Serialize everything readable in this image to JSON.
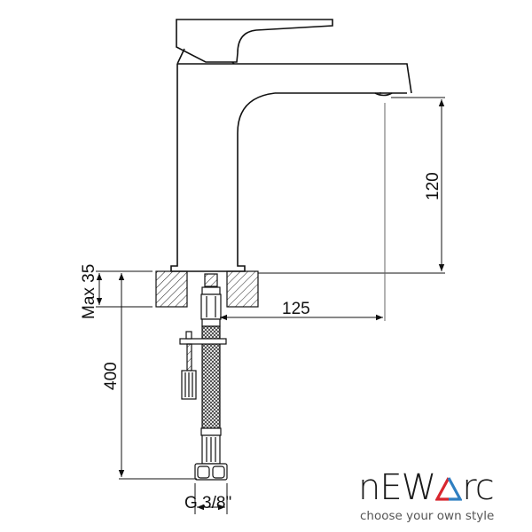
{
  "drawing": {
    "title": "Basin mixer tap technical drawing",
    "dimensions": {
      "spout_height": "120",
      "spout_reach": "125",
      "max_deck_thickness": "Max 35",
      "hose_length": "400",
      "thread_size": "G 3/8\""
    }
  },
  "brand": {
    "name_part1": "nEW",
    "name_part2": "rc",
    "tagline": "choose your own style",
    "colors": {
      "triangle_left": "#d8262e",
      "triangle_right": "#2f7fc1",
      "text": "#1a1a1a"
    }
  }
}
